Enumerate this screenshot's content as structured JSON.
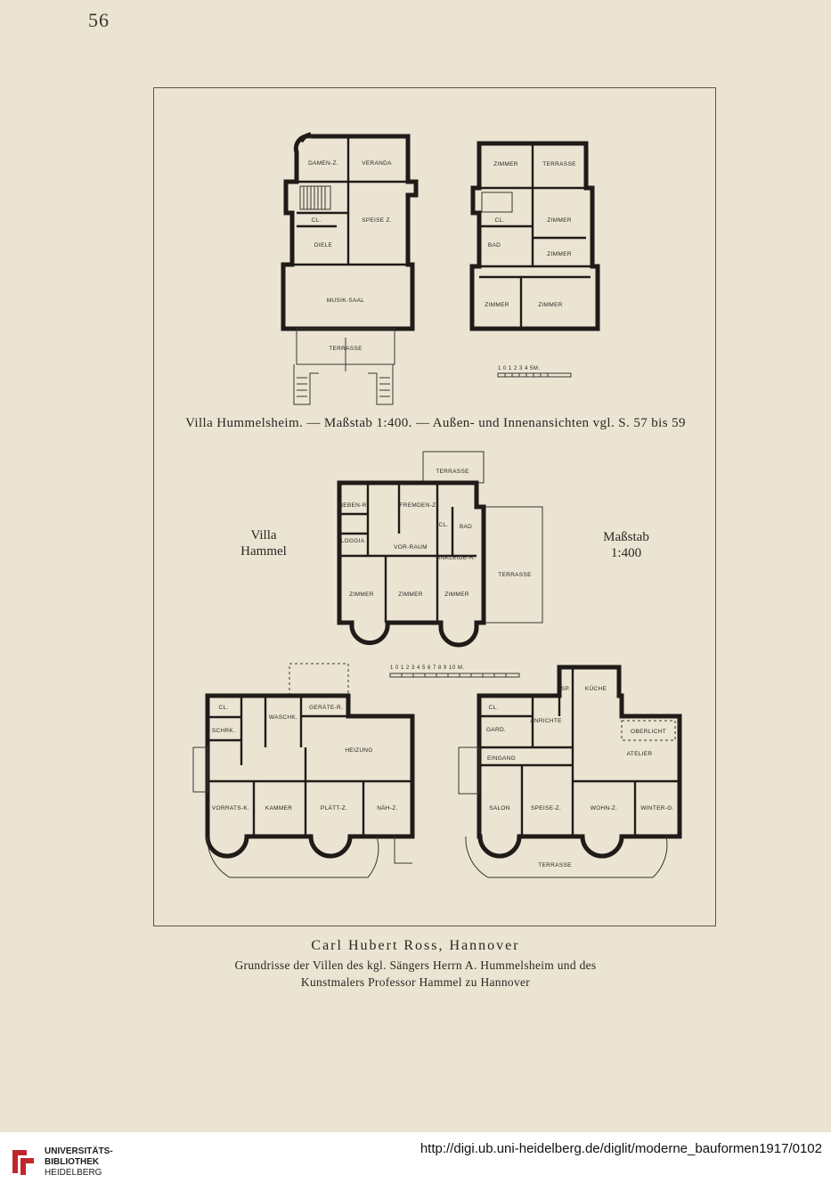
{
  "page_number": "56",
  "plate": {
    "caption_top": "Villa Hummelsheim. — Maßstab 1:400. — Außen- und Innenansichten vgl. S. 57 bis 59",
    "villa_hammel_label": [
      "Villa",
      "Hammel"
    ],
    "scale_side": [
      "Maßstab",
      "1:400"
    ],
    "scale_bar_1": "1 0 1 2 3 4 5M.",
    "scale_bar_2": "1 0 1 2 3 4 5 6 7 8 9 10 M.",
    "hummelsheim_ground_rooms": [
      "DAMEN-Z.",
      "VERANDA",
      "CL.",
      "SPEISE Z.",
      "DIELE",
      "MUSIK-SAAL",
      "TERRASSE"
    ],
    "hummelsheim_upper_rooms": [
      "ZIMMER",
      "TERRASSE",
      "CL.",
      "ZIMMER",
      "BAD",
      "ZIMMER",
      "ZIMMER",
      "ZIMMER"
    ],
    "hammel_upper_rooms": [
      "TERRASSE",
      "NEBEN-R.",
      "FREMDEN-Z.",
      "CL.",
      "BAD",
      "LOGGIA",
      "VOR-RAUM",
      "ANKLEIDE-R.",
      "TERRASSE",
      "ZIMMER",
      "ZIMMER",
      "ZIMMER"
    ],
    "hammel_basement_rooms": [
      "CL.",
      "SCHRK.",
      "WASCHK.",
      "GERÄTE-R.",
      "HEIZUNG",
      "VORRATS-K.",
      "KAMMER",
      "PLÄTT-Z.",
      "NÄH-Z."
    ],
    "hammel_ground_rooms": [
      "SP.",
      "KÜCHE",
      "CL.",
      "GARD.",
      "ANRICHTE",
      "OBERLICHT",
      "EINGANG",
      "ATELIER",
      "SALON",
      "SPEISE-Z.",
      "WOHN-Z.",
      "WINTER-G.",
      "TERRASSE"
    ]
  },
  "credit": {
    "title": "Carl Hubert Ross, Hannover",
    "desc_line1": "Grundrisse der Villen des kgl. Sängers Herrn A. Hummelsheim und des",
    "desc_line2": "Kunstmalers Professor Hammel zu Hannover"
  },
  "footer": {
    "logo_line1": "UNIVERSITÄTS-",
    "logo_line2": "BIBLIOTHEK",
    "logo_line3": "HEIDELBERG",
    "url": "http://digi.ub.uni-heidelberg.de/diglit/moderne_bauformen1917/0102",
    "logo_color": "#c0272d"
  }
}
